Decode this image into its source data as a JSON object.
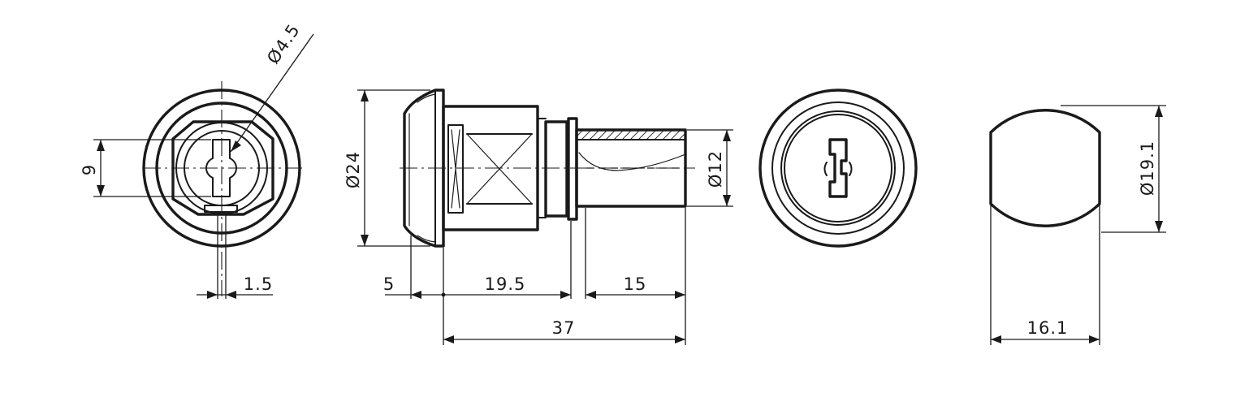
{
  "drawing": {
    "front_view": {
      "keyway_width": "9",
      "pin_diameter": "Ø4.5",
      "slot_width": "1.5"
    },
    "side_view": {
      "flange_diameter": "Ø24",
      "flange_thickness": "5",
      "body_length": "19.5",
      "tongue_length": "15",
      "tongue_diameter": "Ø12",
      "overall_length": "37"
    },
    "rear_view": {
      "height": "Ø19.1",
      "width": "16.1"
    }
  }
}
